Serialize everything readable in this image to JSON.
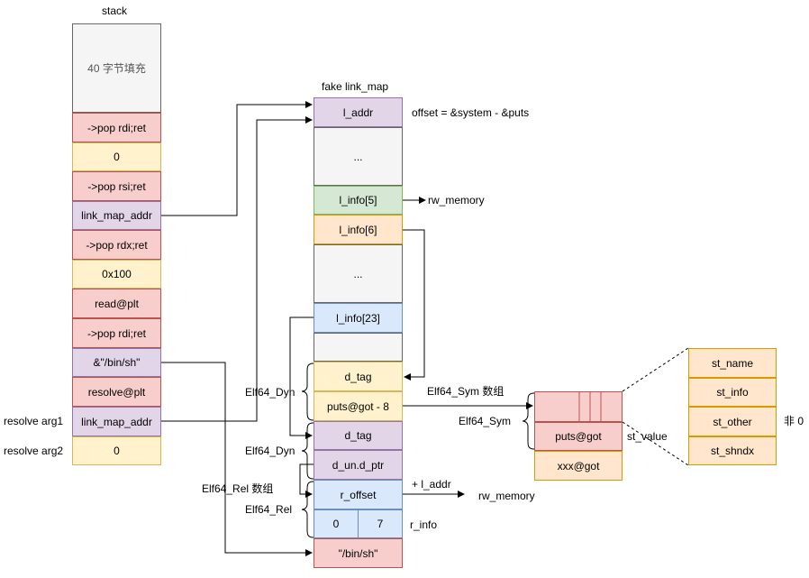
{
  "stack": {
    "title": "stack",
    "padding": "40 字节填充",
    "rows": [
      "->pop rdi;ret",
      "0",
      "->pop rsi;ret",
      "link_map_addr",
      "->pop rdx;ret",
      "0x100",
      "read@plt",
      "->pop rdi;ret",
      "&\"/bin/sh\"",
      "resolve@plt",
      "link_map_addr",
      "0"
    ],
    "side_labels": {
      "arg1": "resolve arg1",
      "arg2": "resolve arg2"
    }
  },
  "link_map": {
    "title": "fake link_map",
    "l_addr": "l_addr",
    "offset_note": "offset = &system - &puts",
    "dots1": "...",
    "l_info5": "l_info[5]",
    "rw_memory_1": "rw_memory",
    "l_info6": "l_info[6]",
    "dots2": "...",
    "l_info23": "l_info[23]",
    "d_tag_1": "d_tag",
    "puts_got_minus8": "puts@got - 8",
    "d_tag_2": "d_tag",
    "d_un_d_ptr": "d_un.d_ptr",
    "r_offset": "r_offset",
    "plus_l_addr": "+ l_addr",
    "rw_memory_2": "rw_memory",
    "r_info_low": "0",
    "r_info_high": "7",
    "r_info": "r_info",
    "binsh": "\"/bin/sh\""
  },
  "labels": {
    "elf64_dyn_1": "Elf64_Dyn",
    "elf64_dyn_2": "Elf64_Dyn",
    "elf64_rel_array": "Elf64_Rel 数组",
    "elf64_rel": "Elf64_Rel",
    "elf64_sym_array": "Elf64_Sym 数组",
    "elf64_sym": "Elf64_Sym"
  },
  "sym": {
    "puts_got": "puts@got",
    "st_value": "st_value",
    "xxx_got": "xxx@got",
    "fields": [
      "st_name",
      "st_info",
      "st_other",
      "st_shndx"
    ],
    "nonzero": "非 0"
  },
  "colors": {
    "red": "#f8cecc",
    "yellow": "#fff2cc",
    "purple": "#e1d5e7",
    "green": "#d5e8d4",
    "orange": "#ffe6cc",
    "blue": "#dae8fc",
    "gray": "#f5f5f5"
  }
}
